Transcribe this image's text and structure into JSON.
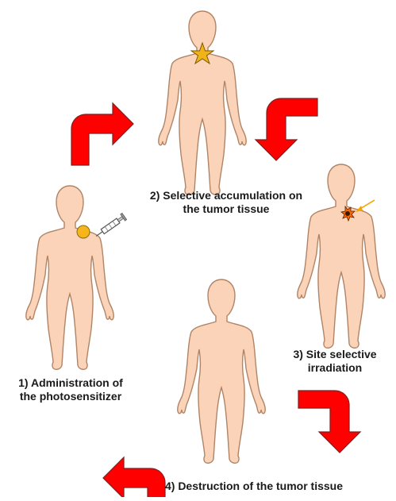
{
  "title": "",
  "steps": [
    {
      "number": "1)",
      "line1": "1) Administration of",
      "line2": "the photosensitizer"
    },
    {
      "number": "2)",
      "line1": "2) Selective accumulation on",
      "line2": "the tumor tissue"
    },
    {
      "number": "3)",
      "line1": "3) Site selective",
      "line2": "irradiation"
    },
    {
      "number": "4)",
      "line1": "4) Destruction of the tumor tissue",
      "line2": ""
    }
  ],
  "icons": {
    "figure": "human-body-icon",
    "syringe": "syringe-icon",
    "drug": "photosensitizer-dot-icon",
    "star": "tumor-star-icon",
    "burst": "irradiated-tumor-burst-icon",
    "light": "light-ray-icon",
    "arrow": "cycle-arrow-icon"
  },
  "colors": {
    "skin": "#fbd3b8",
    "outline": "#b08466",
    "arrow": "#ff0000",
    "arrow_outline": "#7f1f1f",
    "star": "#f2b318",
    "drug": "#f6b51a",
    "burst": "#ff6a00",
    "light": "#f5a300"
  }
}
